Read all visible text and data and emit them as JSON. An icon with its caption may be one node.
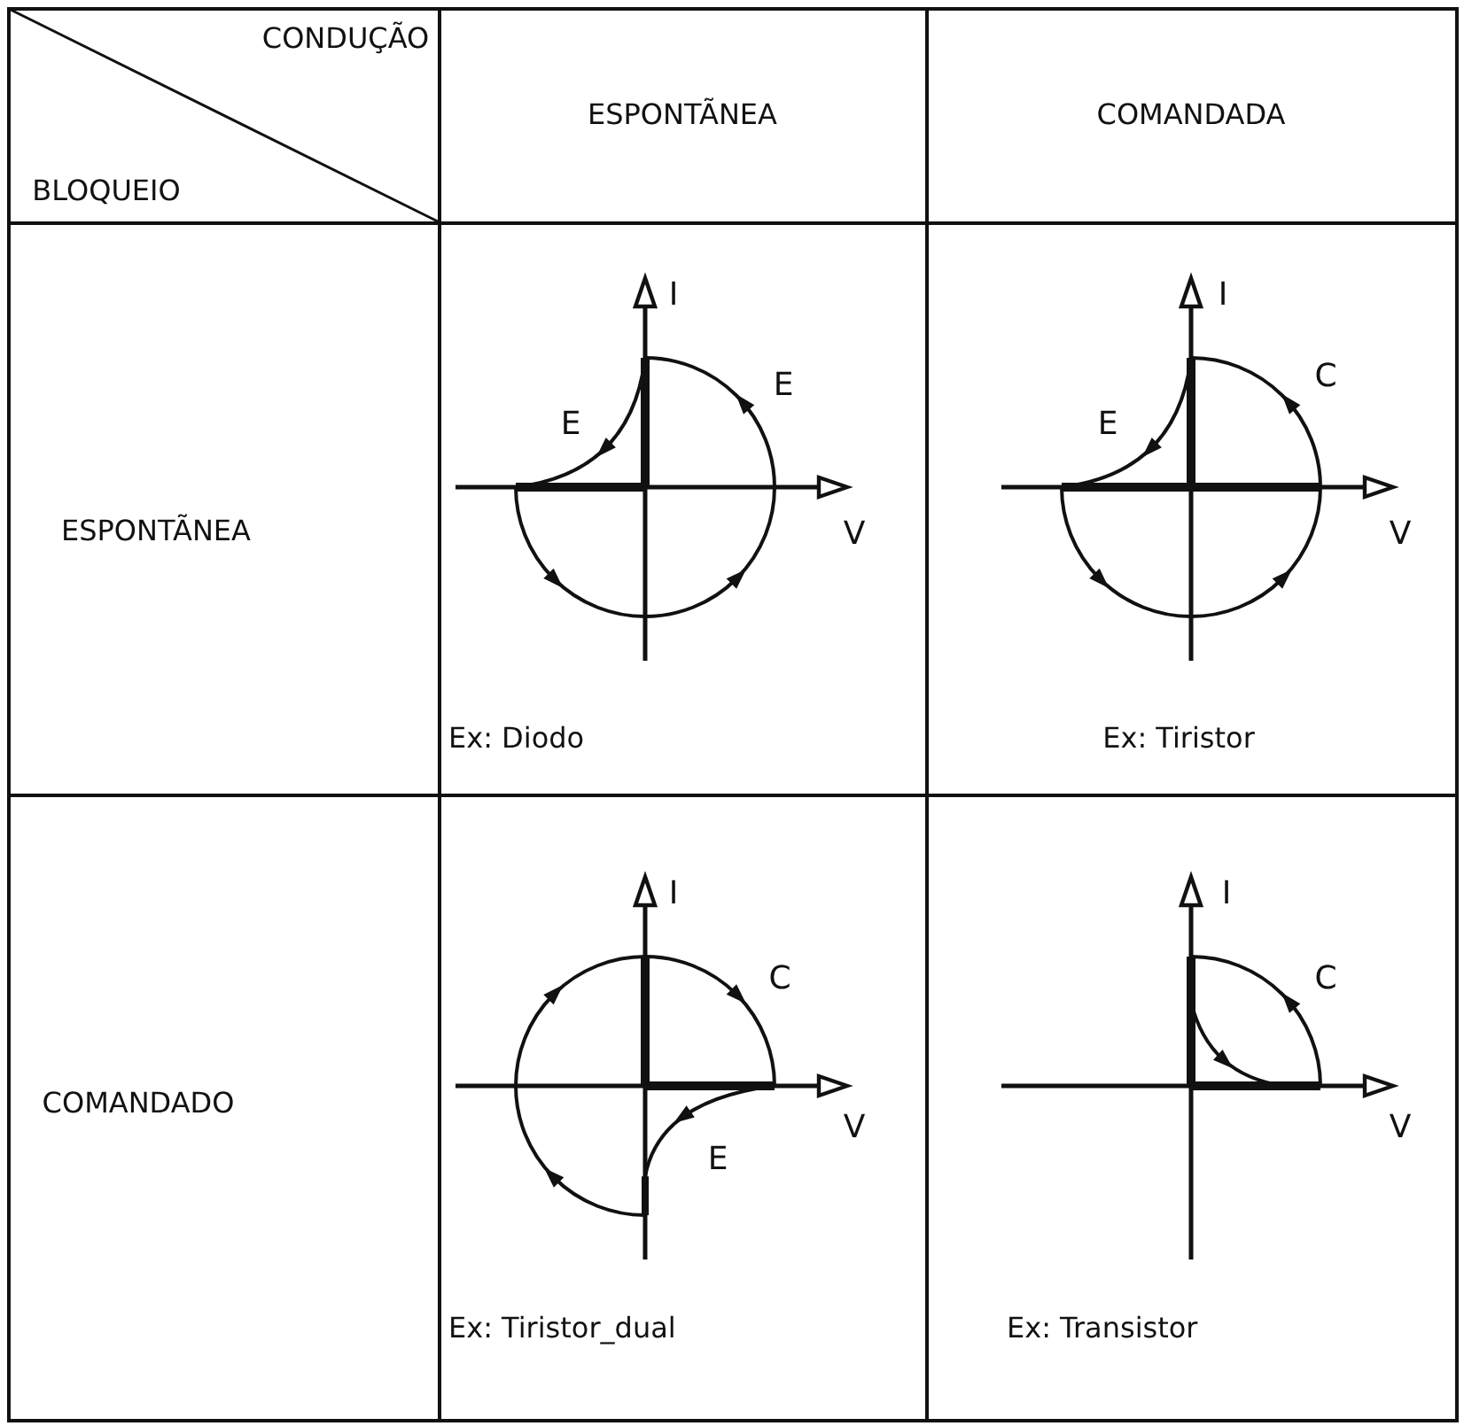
{
  "diagram": {
    "labels": [
      "CONDUÇÃO",
      "BLOQUEIO",
      "ESPONTÃNEA",
      "COMANDADA",
      "ESPONTÃNEA",
      "I",
      "E",
      "E",
      "V",
      "Ex: Diodo",
      "I",
      "E",
      "C",
      "V",
      "Ex: Tiristor",
      "COMANDADO",
      "I",
      "C",
      "V",
      "E",
      "Ex: Tiristor_dual",
      "I",
      "C",
      "V",
      "Ex: Transistor"
    ]
  }
}
